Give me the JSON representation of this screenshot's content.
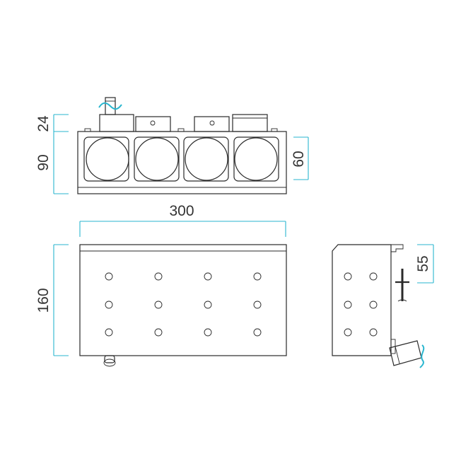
{
  "dimensions": {
    "connector_height": "24",
    "front_height": "90",
    "lamp_diameter": "60",
    "length": "300",
    "top_depth": "160",
    "side_offset": "55"
  },
  "colors": {
    "dimension_lines": "#29b6cf",
    "outline": "#2a2a2a",
    "background": "#ffffff"
  },
  "views": {
    "front_view_lamp_count": 4,
    "top_view_hole_rows": 3,
    "top_view_hole_columns": 4,
    "side_view_hole_rows": 3,
    "side_view_hole_columns": 2
  }
}
